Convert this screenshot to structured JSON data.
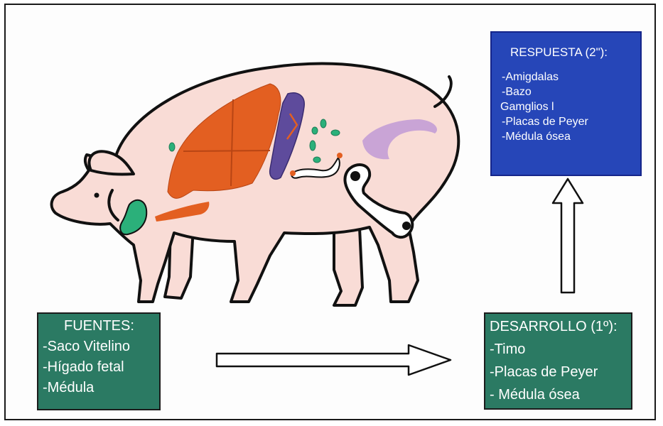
{
  "fuentes": {
    "title": "FUENTES:",
    "items": [
      "-Saco Vitelino",
      "-Hígado fetal",
      "-Médula"
    ]
  },
  "desarrollo": {
    "title": "DESARROLLO (1º):",
    "items": [
      "-Timo",
      "-Placas de Peyer",
      "- Médula ósea"
    ]
  },
  "respuesta": {
    "title": "RESPUESTA (2\"):",
    "items": [
      "-Amigdalas",
      "-Bazo",
      "Gamglios l",
      "-Placas de Peyer",
      "-Médula ósea"
    ]
  },
  "colors": {
    "green_box": "#2b7a63",
    "blue_box": "#2646b8",
    "pig_skin": "#f9dcd6",
    "liver": "#e35f21",
    "spleen": "#5e4b9c",
    "lymph_nodes": "#2bb07a",
    "kidney": "#c9a4d6"
  }
}
